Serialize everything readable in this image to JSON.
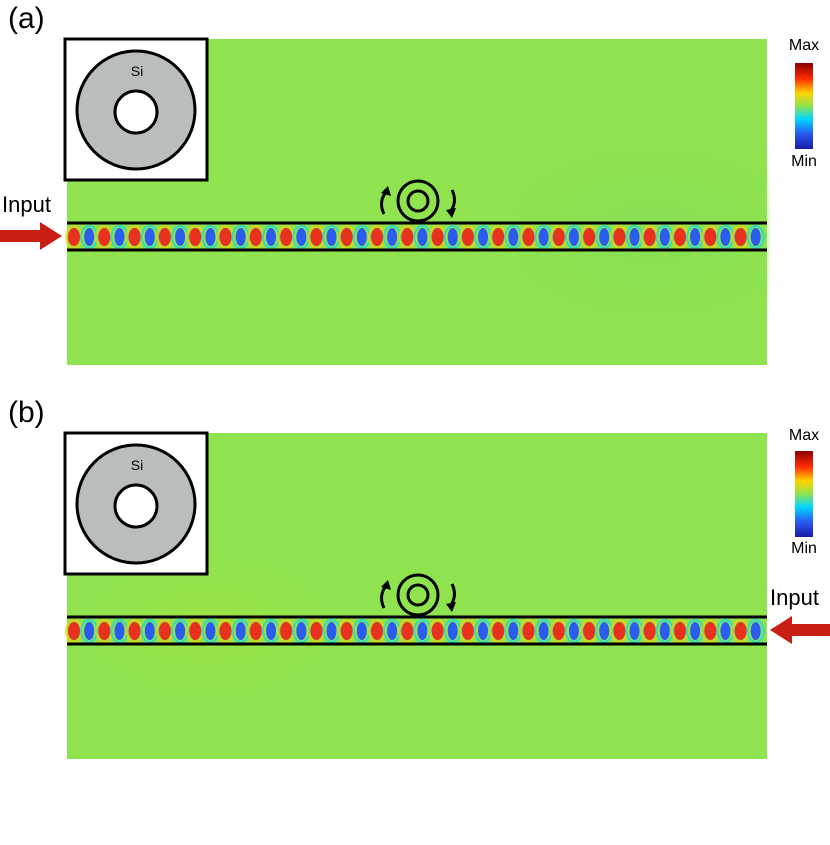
{
  "panels": [
    {
      "label": "(a)",
      "input_label": "Input",
      "input_side": "left",
      "material_label": "Si",
      "colorbar": {
        "max_label": "Max",
        "min_label": "Min"
      }
    },
    {
      "label": "(b)",
      "input_label": "Input",
      "input_side": "right",
      "material_label": "Si",
      "colorbar": {
        "max_label": "Max",
        "min_label": "Min"
      }
    }
  ],
  "colors": {
    "background_field": "#8fe34f",
    "field_max": "#e8321e",
    "field_min": "#2a5cf0",
    "arrow": "#c81e14",
    "inset_ring": "#b9bebb"
  }
}
